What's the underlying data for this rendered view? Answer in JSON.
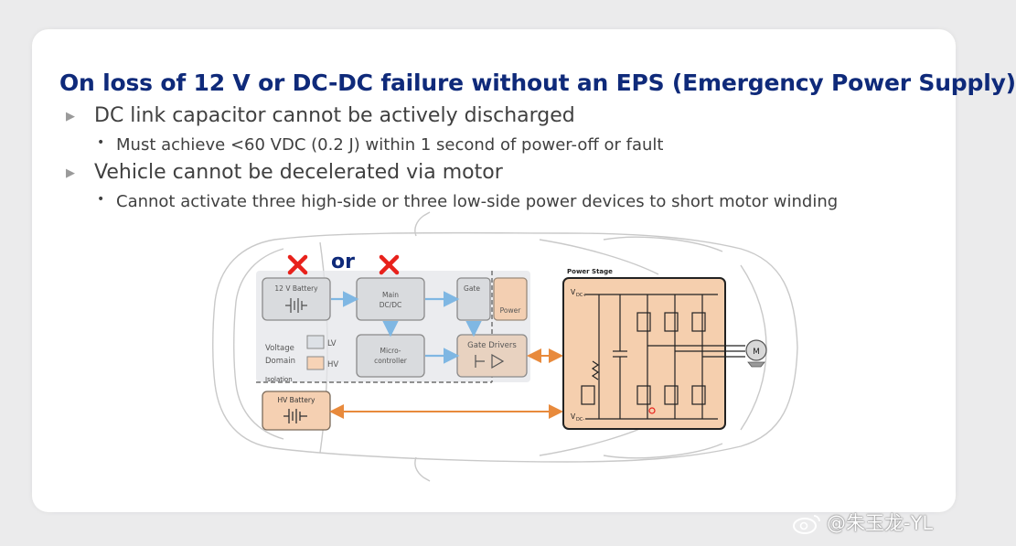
{
  "title": "On loss of 12 V or DC-DC failure without an EPS (Emergency Power Supply)",
  "bullets": [
    {
      "text": "DC link capacitor cannot be actively discharged",
      "sub": "Must achieve <60 VDC (0.2 J) within 1 second of power-off or fault"
    },
    {
      "text": "Vehicle cannot be decelerated via motor",
      "sub": "Cannot activate three high-side or three low-side power devices to short motor winding"
    }
  ],
  "diagram": {
    "or_label": "or",
    "battery12": "12 V Battery",
    "dcdc_line1": "Main",
    "dcdc_line2": "DC/DC",
    "gate": "Gate",
    "power": "Power",
    "micro_line1": "Micro-",
    "micro_line2": "controller",
    "gate_drivers": "Gate Drivers",
    "voltage_domain_line1": "Voltage",
    "voltage_domain_line2": "Domain",
    "lv": "LV",
    "hv": "HV",
    "isolation": "Isolation",
    "hv_battery": "HV Battery",
    "power_stage": "Power Stage",
    "vdc_plus": "V",
    "vdc_plus_sub": "DC+",
    "vdc_minus": "V",
    "vdc_minus_sub": "DC-",
    "motor": "M",
    "colors": {
      "lv": "#dde1e6",
      "hv": "#f7d3b6",
      "failure": "#e8211b",
      "arrow_blue": "#7fb7e3",
      "arrow_orange": "#e88a3c"
    }
  },
  "watermark": "@朱玉龙-YL"
}
